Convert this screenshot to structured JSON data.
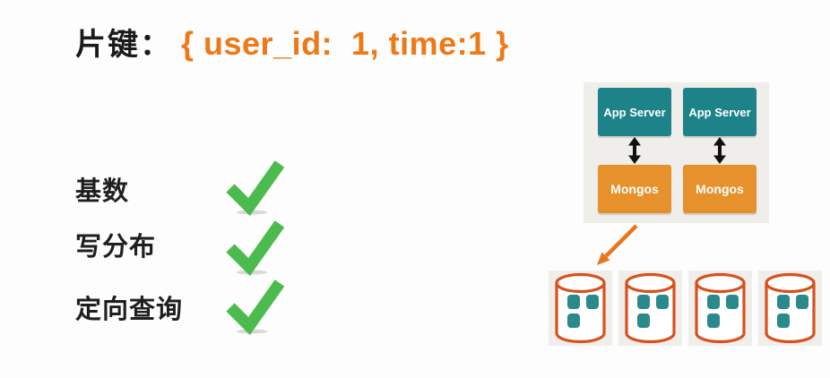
{
  "title": {
    "prefix": "片键：",
    "shard_key": "{ user_id:  1, time:1 }"
  },
  "criteria": [
    {
      "label": "基数",
      "status": "checked"
    },
    {
      "label": "写分布",
      "status": "checked"
    },
    {
      "label": "定向查询",
      "status": "checked"
    }
  ],
  "architecture": {
    "app_servers": [
      "App Server",
      "App Server"
    ],
    "routers": [
      "Mongos",
      "Mongos"
    ],
    "shard_count": 4
  },
  "colors": {
    "shard_key_orange": "#ed7917",
    "title_black": "#1a1a1a",
    "check_green": "#4cbb4e",
    "app_server_teal": "#1d8389",
    "mongos_orange": "#e6912c",
    "sync_arrow_black": "#111111",
    "flow_arrow_orange": "#e8761f",
    "cylinder_outline_orange": "#d8511d",
    "data_chip_teal": "#29898b",
    "panel_gray": "#f0eeeb"
  }
}
